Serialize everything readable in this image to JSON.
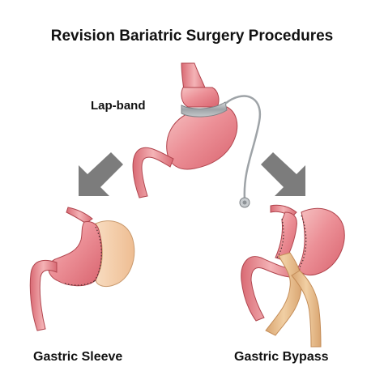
{
  "title": "Revision Bariatric Surgery Procedures",
  "labels": {
    "lap_band": "Lap-band",
    "gastric_sleeve": "Gastric Sleeve",
    "gastric_bypass": "Gastric Bypass"
  },
  "colors": {
    "stomach": "#e8828a",
    "stomach_light": "#f4b7b8",
    "stomach_outline": "#b0444d",
    "sleeve_remnant": "#f5cfa8",
    "intestine_limb": "#e9c08e",
    "band": "#aeb3b6",
    "arrow": "#7c7c7c",
    "text": "#111111"
  },
  "icons": [
    "arrow-down-left-icon",
    "arrow-down-right-icon"
  ]
}
